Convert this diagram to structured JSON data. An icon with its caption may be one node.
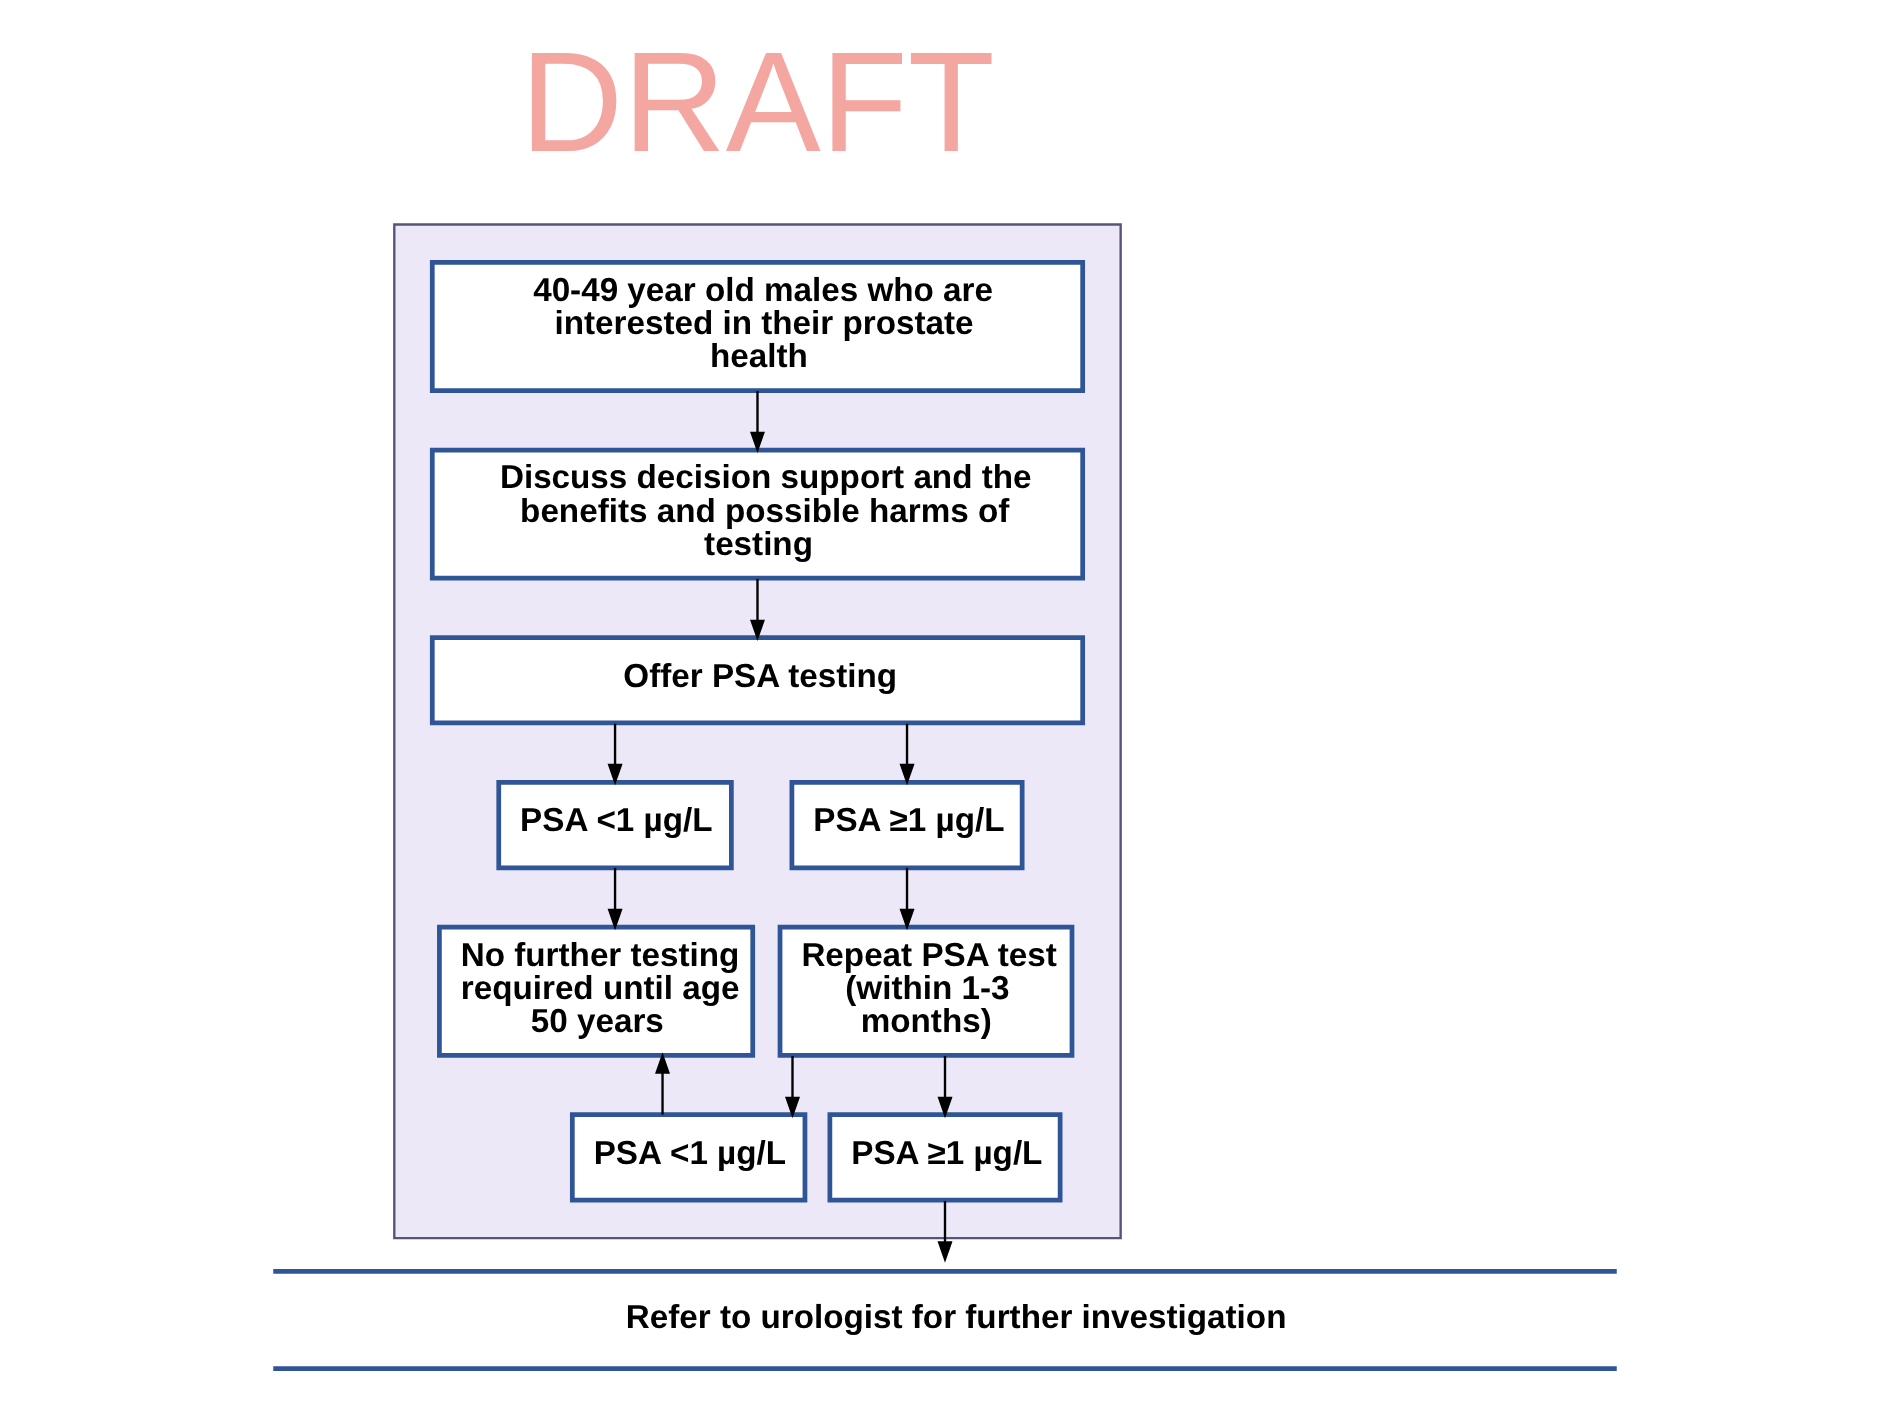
{
  "diagram": {
    "nodes": [
      {
        "text": [],
        "shape": "box"
      },
      {
        "text": [
          "40-49 year old males who are interested in their prostate health"
        ],
        "in": 0
      },
      {
        "text": [
          "Discuss decision support and the benefits and possible harms of testing"
        ],
        "in": 0
      },
      {
        "text": [
          "Offer PSA testing"
        ],
        "in": 0
      },
      {
        "text": [
          "PSA <1 µg/L"
        ],
        "in": 0
      },
      {
        "text": [
          "PSA ≥1 µg/L"
        ],
        "in": 0
      },
      {
        "text": [
          "No further testing required until age 50 years"
        ],
        "in": 0
      },
      {
        "text": [
          "Repeat PSA test (within 1-3 months)"
        ],
        "in": 0
      },
      {
        "text": [
          "PSA <1 µg/L"
        ],
        "in": 0
      },
      {
        "text": [
          "PSA ≥1 µg/L"
        ],
        "in": 0
      },
      {
        "text": [
          "Refer to urologist for further investigation"
        ]
      }
    ],
    "edges": [
      {
        "from": 1,
        "to": 2,
        "arrow": "to"
      },
      {
        "from": 2,
        "to": 3,
        "arrow": "to"
      },
      {
        "from": 3,
        "to": 4,
        "arrow": "to"
      },
      {
        "from": 3,
        "to": 5,
        "arrow": "to"
      },
      {
        "from": 4,
        "to": 6,
        "arrow": "to"
      },
      {
        "from": 5,
        "to": 7,
        "arrow": "to"
      },
      {
        "from": 7,
        "to": 8,
        "arrow": "to"
      },
      {
        "from": 7,
        "to": 9,
        "arrow": "to"
      },
      {
        "from": 8,
        "to": 6,
        "arrow": "to"
      },
      {
        "from": 9,
        "to": 10,
        "arrow": "to"
      }
    ],
    "labels": [
      "DRAFT"
    ]
  }
}
